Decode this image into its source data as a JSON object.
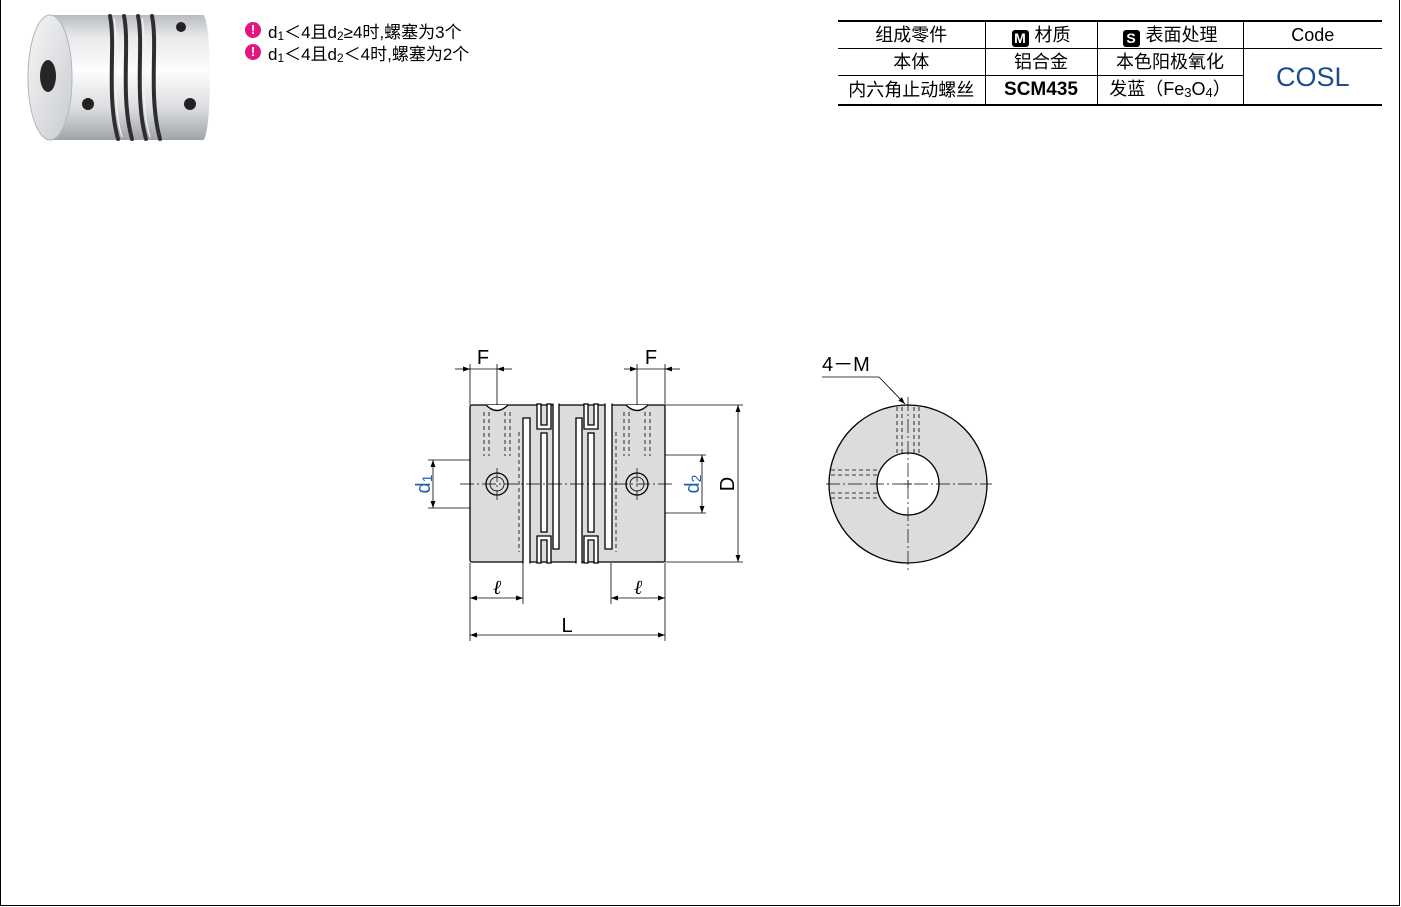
{
  "notes": [
    {
      "icon": "exclamation-circle-icon",
      "icon_glyph": "!",
      "d": "d",
      "sub1": "1",
      "mid": "＜4且d",
      "sub2": "2",
      "tail": "≥4时,螺塞为3个"
    },
    {
      "icon": "exclamation-circle-icon",
      "icon_glyph": "!",
      "d": "d",
      "sub1": "1",
      "mid": "＜4且d",
      "sub2": "2",
      "tail": "＜4时,螺塞为2个"
    }
  ],
  "spec_table": {
    "headers": {
      "part": "组成零件",
      "material_badge": "M",
      "material": "材质",
      "surface_badge": "S",
      "surface": "表面处理",
      "code": "Code"
    },
    "rows": [
      {
        "part": "本体",
        "material": "铝合金",
        "surface": "本色阳极氧化"
      },
      {
        "part": "内六角止动螺丝",
        "material": "SCM435",
        "surface_pre": "发蓝（Fe",
        "surface_sub1": "3",
        "surface_mid": "O",
        "surface_sub2": "4",
        "surface_post": "）"
      }
    ],
    "code": "COSL"
  },
  "drawing": {
    "side_view": {
      "F_left": "F",
      "F_right": "F",
      "d1": "d",
      "d1_sub": "1",
      "d2": "d",
      "d2_sub": "2",
      "D": "D",
      "l_left": "ℓ",
      "l_right": "ℓ",
      "L": "L"
    },
    "end_view": {
      "screw_callout": "4－M"
    }
  },
  "colors": {
    "dimension_label_blue": "#1f5fae",
    "code_blue": "#1a4d8f",
    "note_icon": "#e4157d",
    "part_fill": "#dcdcdc"
  }
}
